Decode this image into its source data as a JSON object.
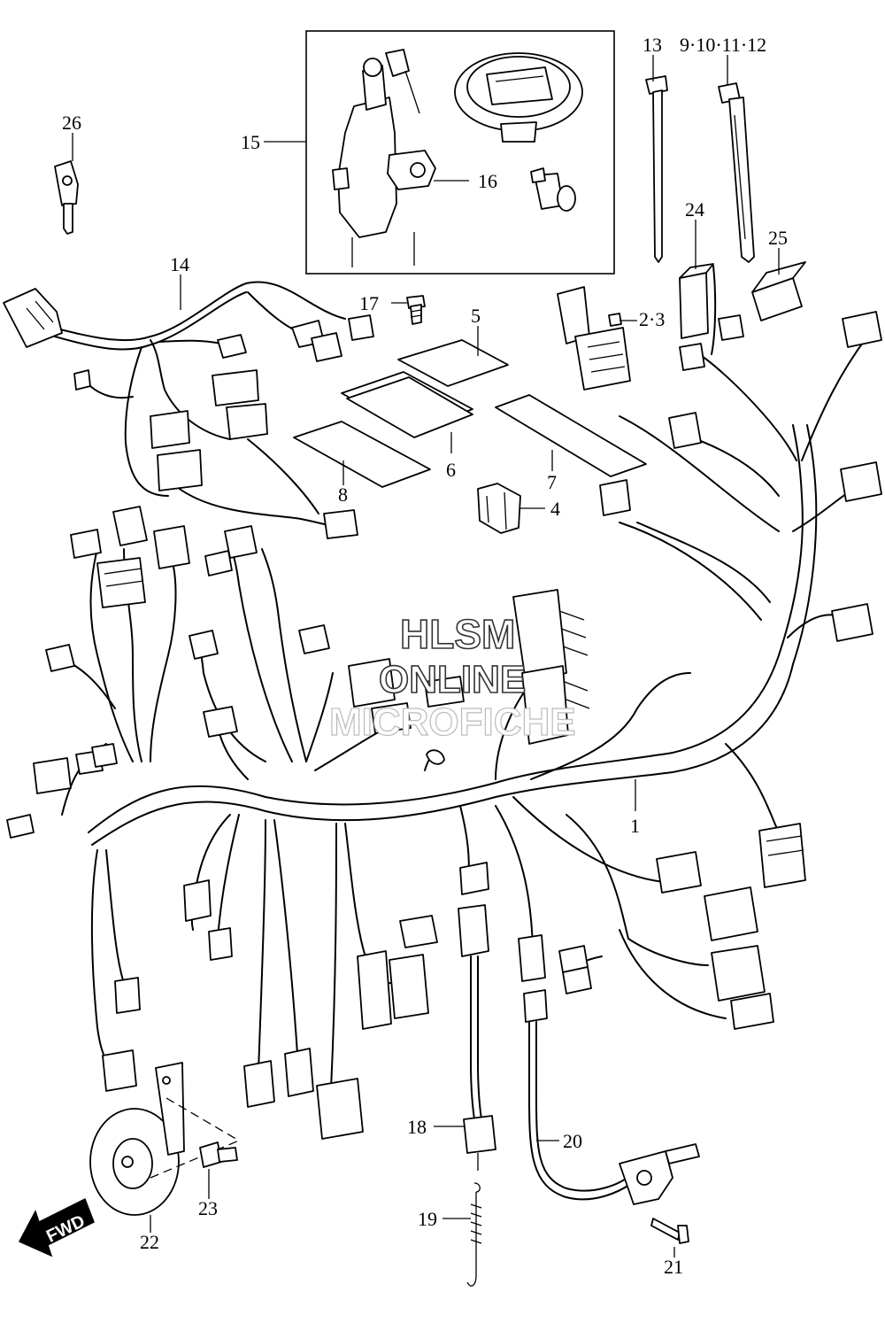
{
  "watermark": {
    "line1": "HLSM",
    "line2": "ONLINE",
    "line3": "MICROFICHE"
  },
  "fwd_label": "FWD",
  "callouts": {
    "c1": "1",
    "c2_3": "2·3",
    "c4": "4",
    "c5": "5",
    "c6": "6",
    "c7": "7",
    "c8": "8",
    "c9_12": "9·10·11·12",
    "c13": "13",
    "c14": "14",
    "c15": "15",
    "c16": "16",
    "c17": "17",
    "c18": "18",
    "c19": "19",
    "c20": "20",
    "c21": "21",
    "c22": "22",
    "c23": "23",
    "c24": "24",
    "c25": "25",
    "c26": "26"
  },
  "icons": {
    "ignition": "ignition-switch-icon",
    "key": "key-icon",
    "horn": "horn-icon",
    "fwd": "fwd-arrow-icon"
  }
}
